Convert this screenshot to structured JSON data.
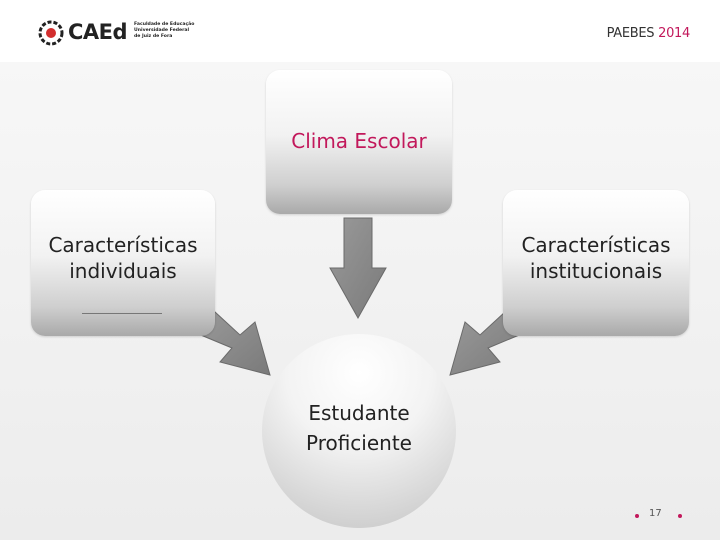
{
  "header": {
    "logo_word": "CAEd",
    "logo_sub": [
      "Faculdade de Educação",
      "Universidade Federal",
      "de Juiz de Fora"
    ],
    "title": "PAEBES",
    "year": "2014"
  },
  "diagram": {
    "top_box": "Clima Escolar",
    "left_box_line1": "Características",
    "left_box_line2": "individuais",
    "right_box_line1": "Características",
    "right_box_line2": "institucionais",
    "center_line1": "Estudante",
    "center_line2": "Proficiente"
  },
  "footer": {
    "page_number": "17"
  },
  "colors": {
    "accent": "#c2185b",
    "arrow": "#8a8a8a"
  }
}
